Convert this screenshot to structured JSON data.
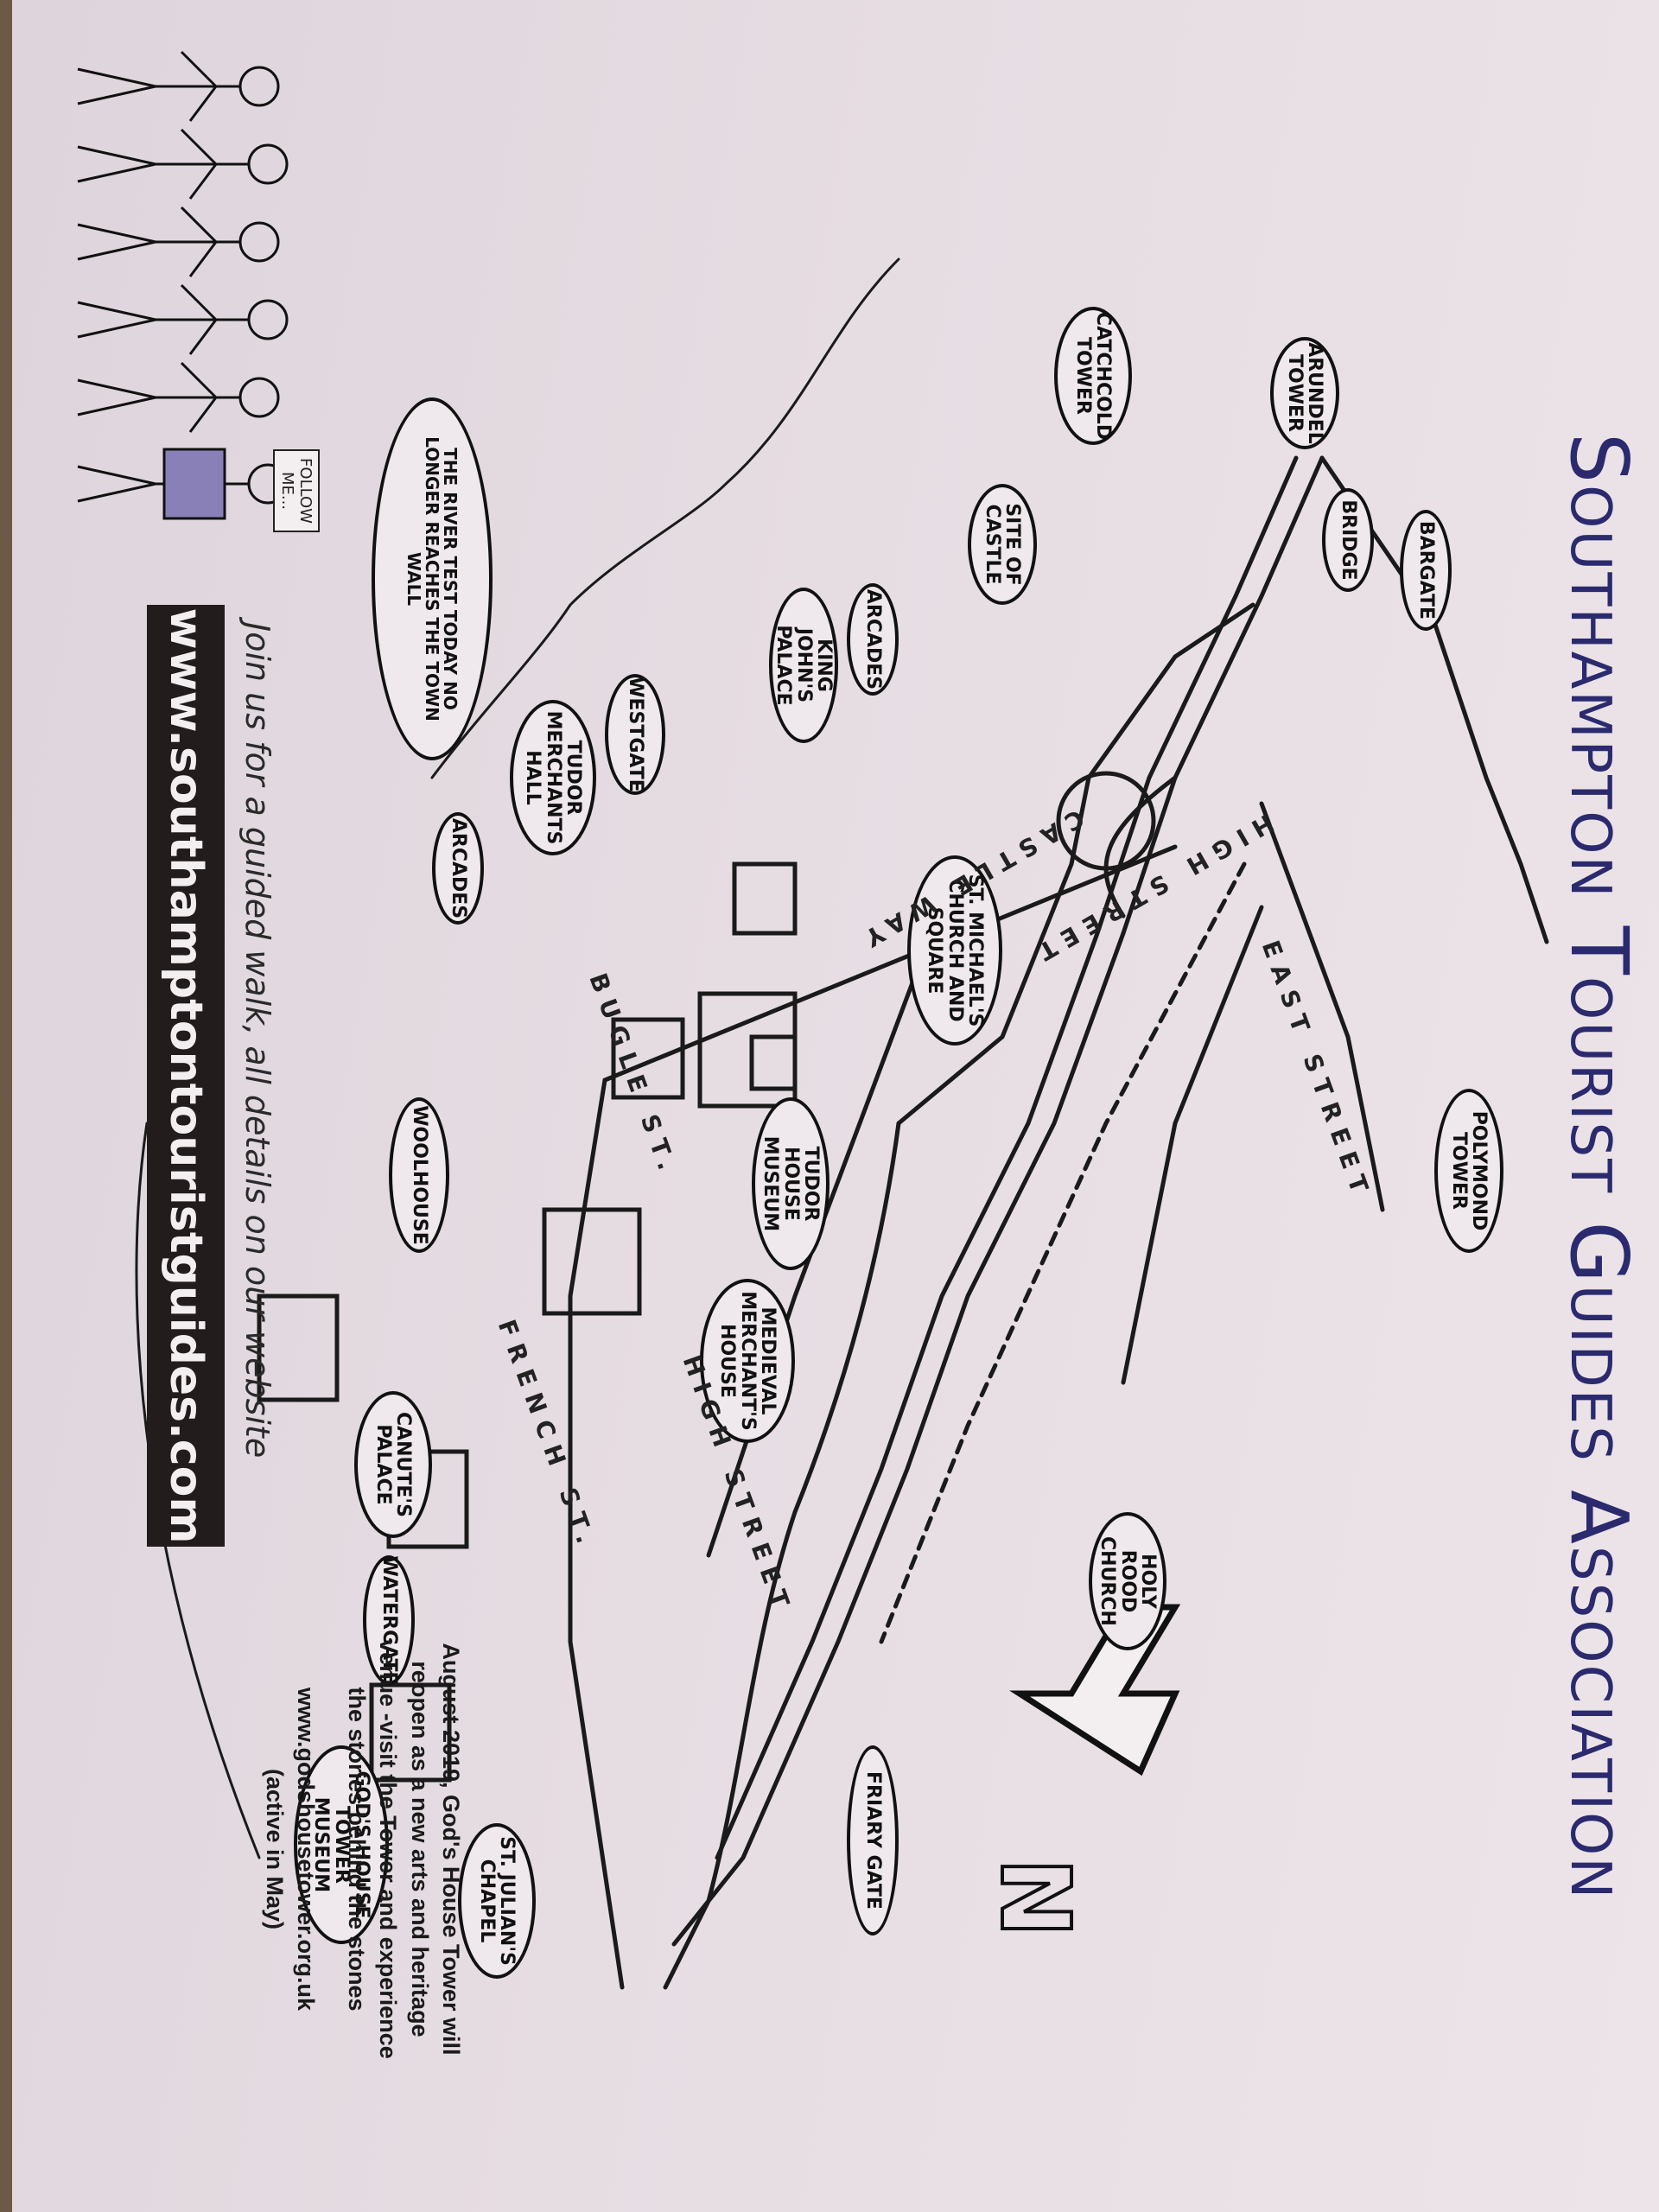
{
  "title": "Southampton Tourist Guides Association",
  "labels": {
    "arundel_tower": "Arundel Tower",
    "bridge": "Bridge",
    "bargate": "Bargate",
    "catchcold_tower": "Catchcold Tower",
    "site_of_castle": "Site of Castle",
    "arcades_top": "Arcades",
    "king_johns_palace": "King John's Palace",
    "st_michaels": "St. Michael's Church and Square",
    "westgate": "Westgate",
    "tudor_merchants_hall": "Tudor Merchants Hall",
    "arcades_bottom": "Arcades",
    "river_test": "The River Test today no longer reaches the town wall",
    "tudor_house_museum": "Tudor House Museum",
    "woolhouse": "Woolhouse",
    "medieval_merchants_house": "Medieval Merchant's House",
    "canutes_palace": "Canute's Palace",
    "watergate": "Watergate",
    "gods_house_tower_museum": "God's House Tower Museum",
    "st_julians_chapel": "St. Julian's Chapel",
    "friary_gate": "Friary Gate",
    "holy_rood_church": "Holy Rood Church",
    "polymond_tower": "Polymond Tower"
  },
  "streets": {
    "castle_way": "CASTLE WAY",
    "high_street_top": "HIGH STREET",
    "east_street": "EAST STREET",
    "bugle_st": "BUGLE ST.",
    "french_st": "FRENCH ST.",
    "high_street_bottom": "HIGH STREET"
  },
  "follow_sign": "FOLLOW ME...",
  "north_letter": "N",
  "join_text": "Join us for a guided walk, all details on our website",
  "website": "www.southamptontouristguides.com",
  "note": {
    "text": "August 2019, God's House Tower will reopen as a new arts and heritage venue -visit the Tower and experience the stories behind the stones",
    "site": "www.godshousetower.org.uk",
    "active": "(active in May)"
  },
  "colors": {
    "title": "#2b2a6e",
    "bar": "#231c1c",
    "paper": "#e6dde3"
  }
}
